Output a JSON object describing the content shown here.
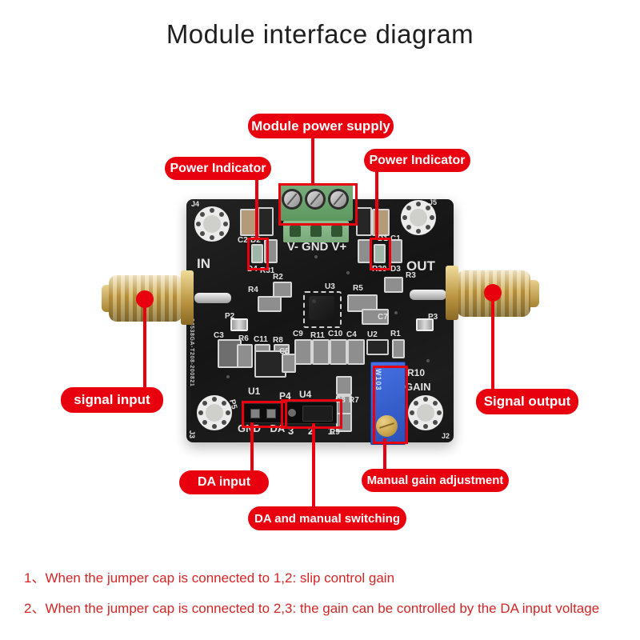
{
  "title": "Module interface diagram",
  "colors": {
    "accent_red": "#e8000f",
    "note_red": "#d22626",
    "board_black": "#1a1a1a",
    "terminal_green": "#6fa472",
    "trimmer_blue": "#2e55c2",
    "sma_gold": "#c9a44a"
  },
  "annotations": {
    "module_power_supply": "Module power supply",
    "power_indicator_left": "Power Indicator",
    "power_indicator_right": "Power Indicator",
    "signal_input": "signal input",
    "signal_output": "Signal output",
    "da_input": "DA input",
    "manual_gain_adjustment": "Manual gain adjustment",
    "da_and_manual_switching": "DA and manual switching"
  },
  "notes": [
    "1、When the jumper cap is connected to 1,2: slip control gain",
    "2、When the jumper cap is connected to 2,3: the gain can be controlled by the DA input voltage"
  ],
  "pcb": {
    "board_id": "24538GA-T208-200821",
    "silkscreen": {
      "in": "IN",
      "out": "OUT",
      "power_pins": "V- GND V+",
      "j4": "J4",
      "j5": "J5",
      "j3": "J3",
      "j2": "J2",
      "c2": "C2",
      "d2": "D2",
      "d1": "D1",
      "c1": "C1",
      "d4": "D4",
      "r31": "R31",
      "r2": "R2",
      "r30": "R30",
      "d3": "D3",
      "r3": "R3",
      "r4": "R4",
      "r5": "R5",
      "u3": "U3",
      "p2": "P2",
      "p3": "P3",
      "c7": "C7",
      "c3": "C3",
      "r6": "R6",
      "c11": "C11",
      "r8": "R8",
      "c5": "C5",
      "c9": "C9",
      "r11": "R11",
      "c10": "C10",
      "c4": "C4",
      "u2": "U2",
      "r1": "R1",
      "u1": "U1",
      "p4": "P4",
      "u4": "U4",
      "p5": "P5",
      "c8": "C8",
      "r7": "R7",
      "r9": "R9",
      "gnd_da": "GND DA",
      "jumper_numbers": "3 2 1",
      "r10": "R10",
      "gain": "GAIN",
      "trimmer_code": "W103"
    }
  }
}
